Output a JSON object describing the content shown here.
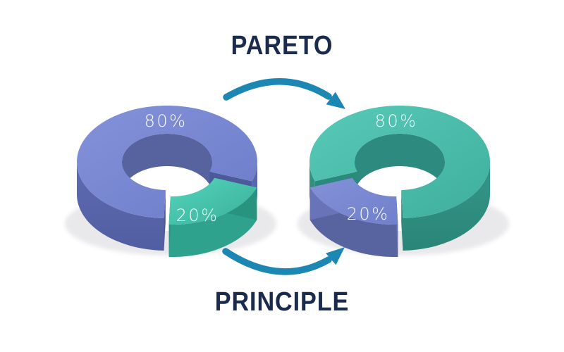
{
  "titles": {
    "top": "PARETO",
    "bottom": "PRINCIPLE"
  },
  "colors": {
    "background": "#ffffff",
    "title_text": "#1a2b4d",
    "arrow": "#1b87b2",
    "shadow": "#e9e9ec",
    "label_text": "#ffffff"
  },
  "chart_data": [
    {
      "type": "pie",
      "subtype": "3d-exploded-donut",
      "name": "left-donut",
      "legend": "none",
      "slices": [
        {
          "label": "80%",
          "value": 80,
          "color_family": "purple",
          "top": [
            "#8492da",
            "#6c7cc8"
          ],
          "side": [
            "#5f6bb1",
            "#515ea1"
          ],
          "inner": "#56639f",
          "cut": "#4d5a9a"
        },
        {
          "label": "20%",
          "value": 20,
          "color_family": "teal",
          "top": [
            "#55d4bc",
            "#39b098"
          ],
          "side": [
            "#2fa28d"
          ],
          "cut": "#28947f"
        }
      ]
    },
    {
      "type": "pie",
      "subtype": "3d-exploded-donut",
      "name": "right-donut",
      "legend": "none",
      "slices": [
        {
          "label": "80%",
          "value": 80,
          "color_family": "teal",
          "top": [
            "#58cab8",
            "#3fae9d"
          ],
          "side": [
            "#349788",
            "#2a8577"
          ],
          "inner": "#2d8a7e",
          "cut": "#2a8a7b"
        },
        {
          "label": "20%",
          "value": 20,
          "color_family": "purple",
          "top": [
            "#8491d8",
            "#7080cb"
          ],
          "side": [
            "#58649f"
          ],
          "cut": "#6973b7"
        }
      ]
    }
  ]
}
